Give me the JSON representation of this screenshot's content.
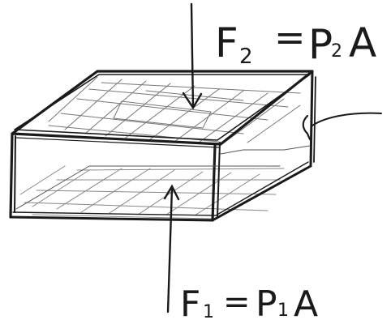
{
  "diagram": {
    "top_force": {
      "force": "F",
      "force_sub": "2",
      "equals": "=",
      "pressure": "P",
      "pressure_sub": "2",
      "area": "A"
    },
    "bottom_force": {
      "force": "F",
      "force_sub": "1",
      "equals": "=",
      "pressure": "P",
      "pressure_sub": "1",
      "area": "A"
    },
    "ink_color": "#1a1a1a",
    "hatch_color": "#777777",
    "background": "#ffffff"
  }
}
